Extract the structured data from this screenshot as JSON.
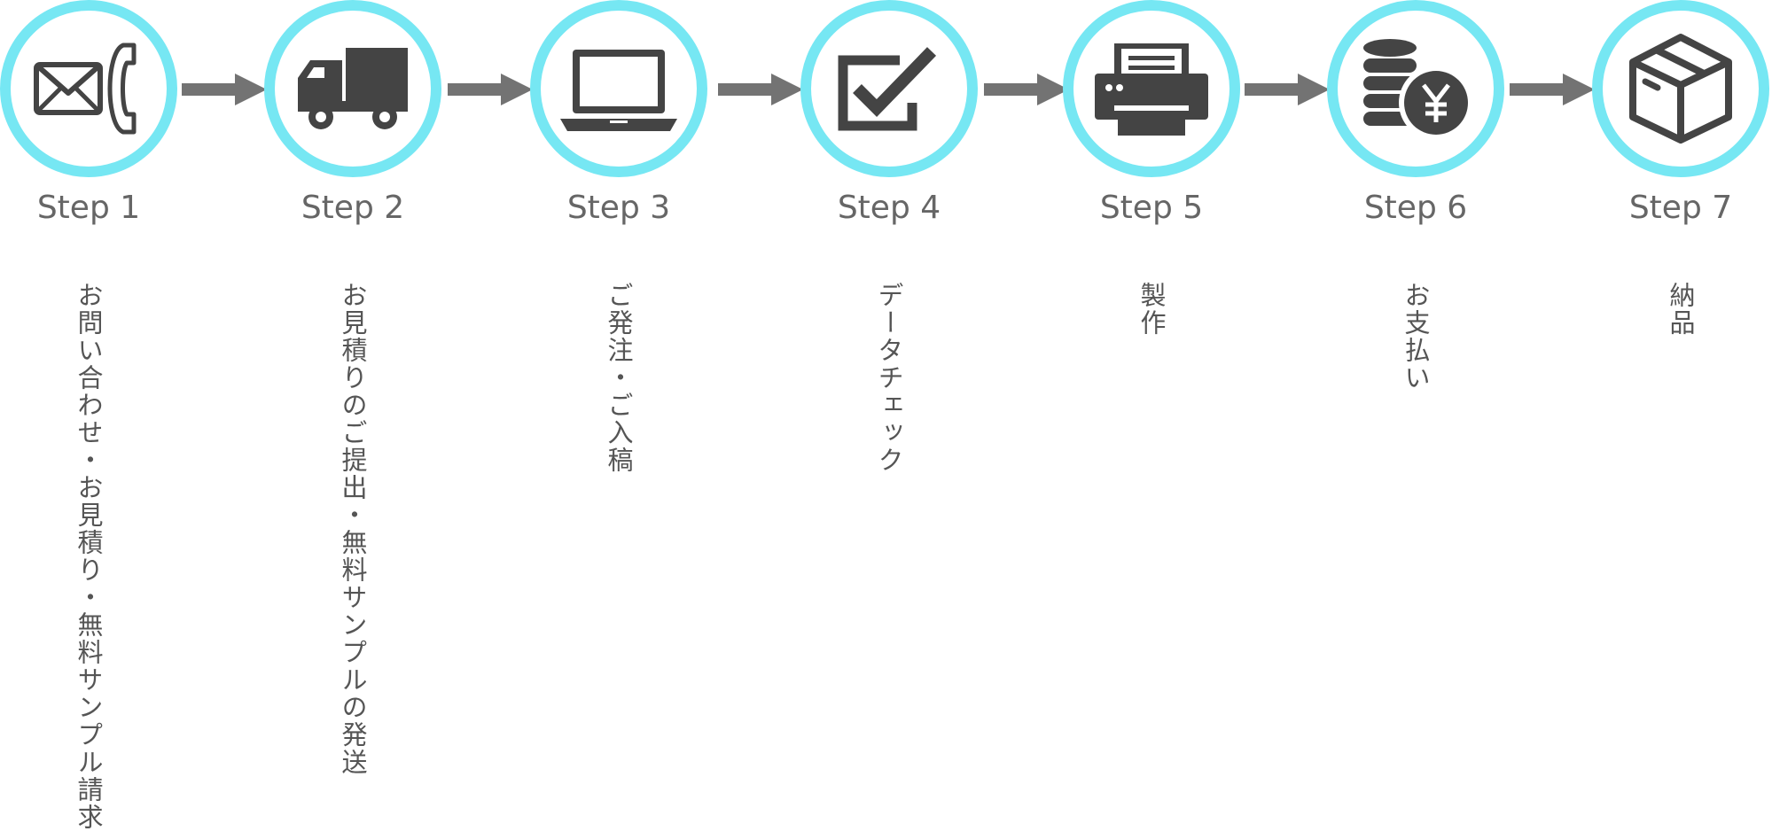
{
  "colors": {
    "ring": "#76e7f3",
    "icon": "#444444",
    "arrow": "#737373",
    "label": "#666666"
  },
  "steps": [
    {
      "label": "Step 1",
      "desc": "お問い合わせ・お見積り・無料サンプル請求",
      "icon": "envelope-phone-icon"
    },
    {
      "label": "Step 2",
      "desc": "お見積りのご提出・無料サンプルの発送",
      "icon": "truck-icon"
    },
    {
      "label": "Step 3",
      "desc": "ご発注・ご入稿",
      "icon": "laptop-icon"
    },
    {
      "label": "Step 4",
      "desc": "データチェック",
      "icon": "checkbox-icon"
    },
    {
      "label": "Step 5",
      "desc": "製作",
      "icon": "printer-icon"
    },
    {
      "label": "Step 6",
      "desc": "お支払い",
      "icon": "coins-yen-icon"
    },
    {
      "label": "Step 7",
      "desc": "納品",
      "icon": "box-icon"
    }
  ]
}
